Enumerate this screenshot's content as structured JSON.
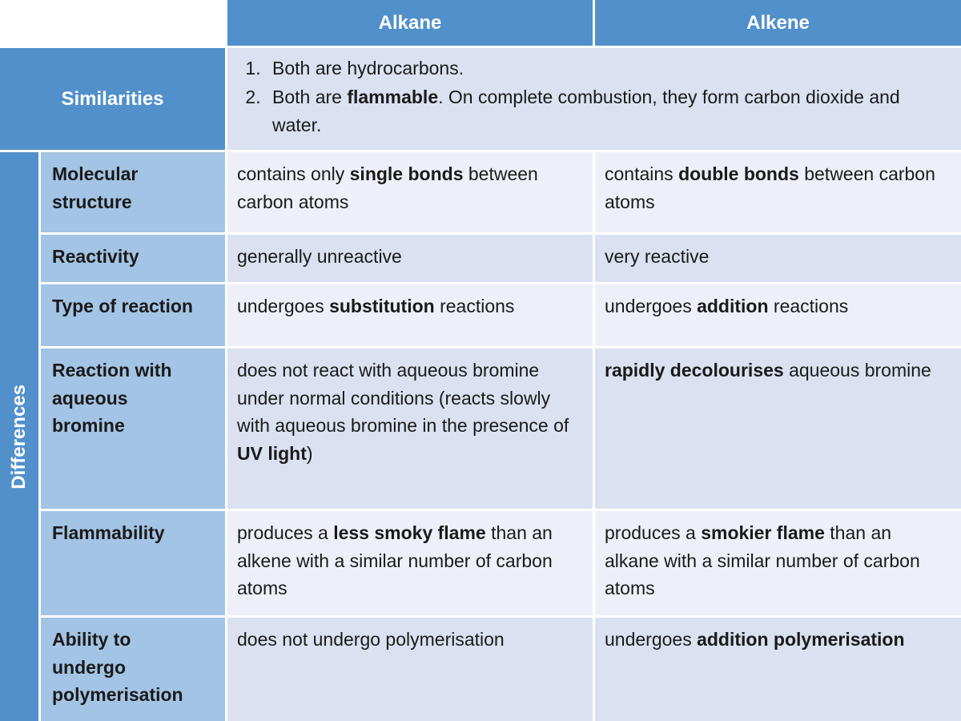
{
  "theme": {
    "header_blue": "#5190CB",
    "label_blue": "#A3C4E4",
    "row_light": "#EDF0F8",
    "row_dark": "#DBE1F0",
    "grid_white": "#FFFFFF",
    "text_dark": "#1A1A1A",
    "text_light": "#FFFFFF"
  },
  "table": {
    "columns": {
      "alkane": "Alkane",
      "alkene": "Alkene"
    },
    "similarities": {
      "label": "Similarities",
      "items": [
        {
          "segments": [
            {
              "t": "Both are hydrocarbons."
            }
          ]
        },
        {
          "segments": [
            {
              "t": "Both are "
            },
            {
              "t": "flammable",
              "b": true
            },
            {
              "t": ". On complete combustion, they form carbon dioxide and water."
            }
          ]
        }
      ]
    },
    "differences": {
      "label": "Differences",
      "rows": [
        {
          "feature": "Molecular structure",
          "alkane": [
            {
              "t": "contains only "
            },
            {
              "t": "single bonds",
              "b": true
            },
            {
              "t": " between carbon atoms"
            }
          ],
          "alkene": [
            {
              "t": "contains "
            },
            {
              "t": "double bonds",
              "b": true
            },
            {
              "t": " between carbon atoms"
            }
          ]
        },
        {
          "feature": "Reactivity",
          "alkane": [
            {
              "t": "generally unreactive"
            }
          ],
          "alkene": [
            {
              "t": "very reactive"
            }
          ]
        },
        {
          "feature": "Type of reaction",
          "alkane": [
            {
              "t": "undergoes "
            },
            {
              "t": "substitution",
              "b": true
            },
            {
              "t": " reactions"
            }
          ],
          "alkene": [
            {
              "t": "undergoes "
            },
            {
              "t": "addition",
              "b": true
            },
            {
              "t": " reactions"
            }
          ]
        },
        {
          "feature": "Reaction with aqueous bromine",
          "alkane": [
            {
              "t": "does not react with aqueous bromine under normal conditions (reacts slowly with aqueous bromine in the presence of "
            },
            {
              "t": "UV light",
              "b": true
            },
            {
              "t": ")"
            }
          ],
          "alkene": [
            {
              "t": "rapidly decolourises",
              "b": true
            },
            {
              "t": " aqueous bromine"
            }
          ]
        },
        {
          "feature": "Flammability",
          "alkane": [
            {
              "t": "produces a "
            },
            {
              "t": "less smoky flame",
              "b": true
            },
            {
              "t": " than an alkene with a similar number of carbon atoms"
            }
          ],
          "alkene": [
            {
              "t": "produces a "
            },
            {
              "t": "smokier flame",
              "b": true
            },
            {
              "t": " than an alkane with a similar number of carbon atoms"
            }
          ]
        },
        {
          "feature": "Ability to undergo polymerisation",
          "alkane": [
            {
              "t": "does not undergo polymerisation"
            }
          ],
          "alkene": [
            {
              "t": "undergoes "
            },
            {
              "t": "addition polymerisation",
              "b": true
            }
          ]
        }
      ]
    }
  }
}
